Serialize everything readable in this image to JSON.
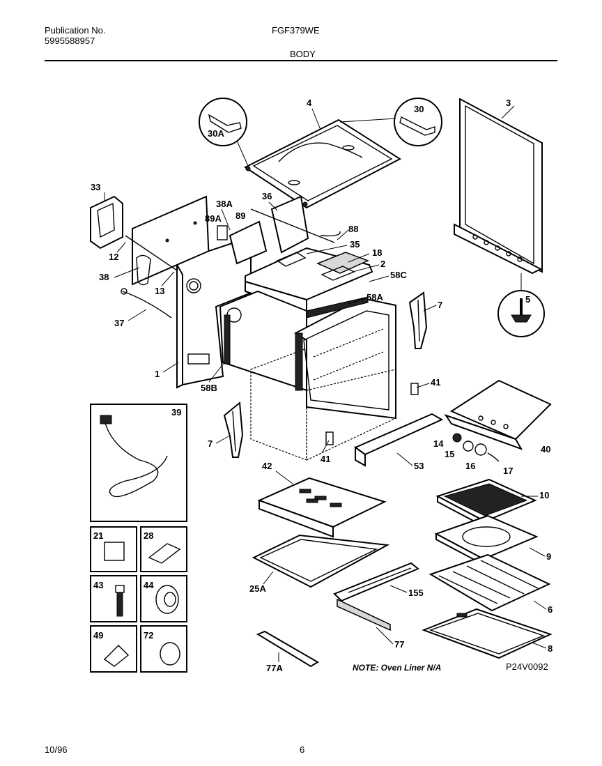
{
  "header": {
    "publication_label": "Publication No.",
    "publication_number": "5995588957",
    "model": "FGF379WE",
    "section": "BODY"
  },
  "footer": {
    "date": "10/96",
    "page": "6"
  },
  "diagram": {
    "callouts": [
      "3",
      "4",
      "30",
      "30A",
      "33",
      "38A",
      "89A",
      "89",
      "36",
      "88",
      "35",
      "18",
      "2",
      "58C",
      "12",
      "38",
      "13",
      "37",
      "5",
      "58A",
      "7",
      "1",
      "58B",
      "41",
      "39",
      "42",
      "14",
      "15",
      "16",
      "17",
      "40",
      "53",
      "10",
      "9",
      "21",
      "28",
      "43",
      "44",
      "25A",
      "155",
      "6",
      "49",
      "72",
      "77",
      "8",
      "77A"
    ],
    "note": "NOTE: Oven Liner N/A",
    "drawing_code": "P24V0092"
  }
}
